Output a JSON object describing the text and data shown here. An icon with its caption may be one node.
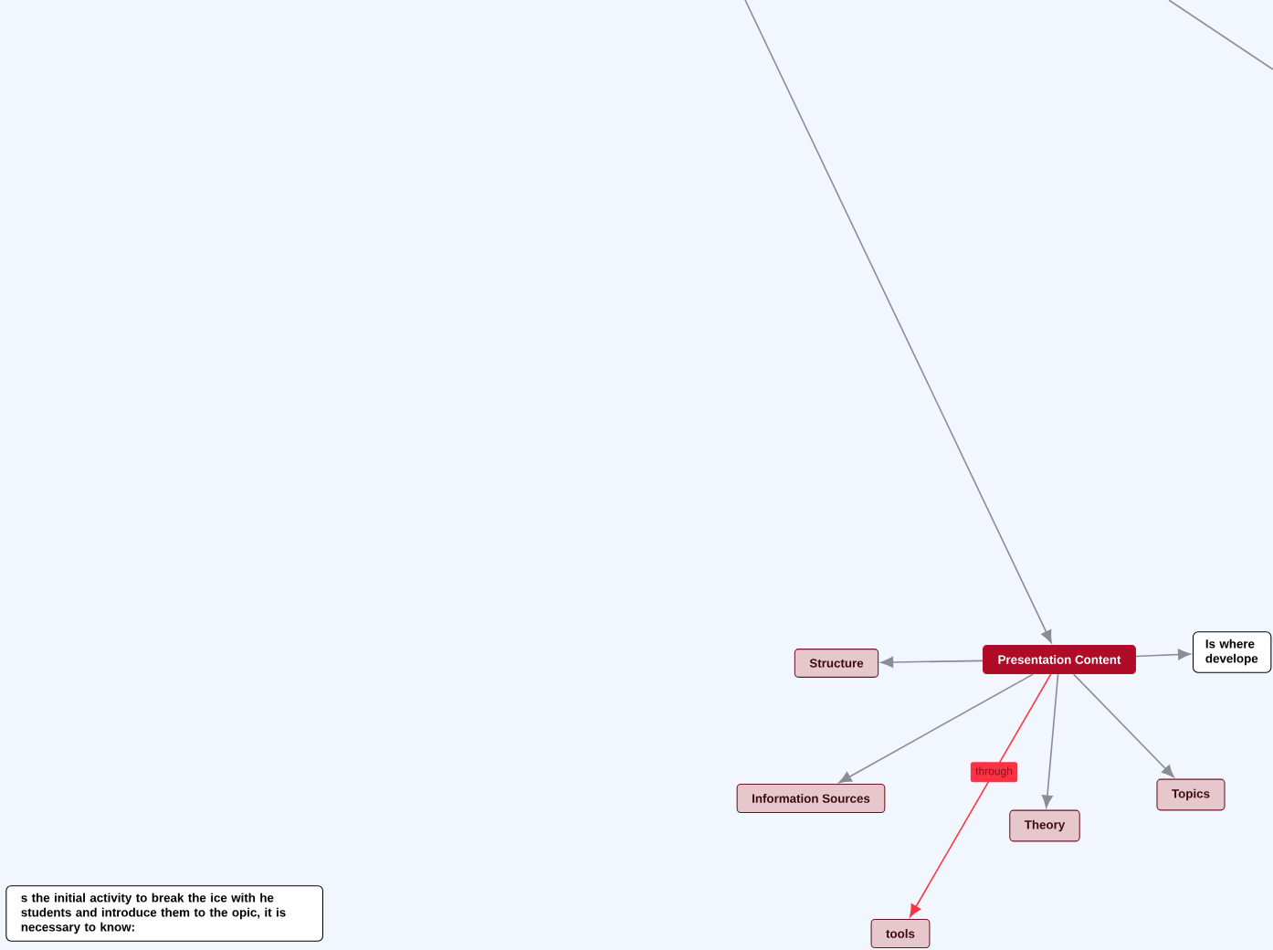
{
  "diagram": {
    "nodes": [
      {
        "text": [
          "Presentation Content"
        ]
      },
      {
        "text": [
          "Is where develope"
        ]
      },
      {
        "text": [
          "Structure"
        ]
      },
      {
        "text": [
          "Information Sources"
        ]
      },
      {
        "text": [
          "Theory"
        ]
      },
      {
        "text": [
          "Topics"
        ]
      },
      {
        "text": [
          "tools"
        ]
      },
      {
        "text": [
          "s the initial activity to break the ice with he students and introduce them to the opic, it is necessary to know:"
        ]
      }
    ],
    "edges": [
      {
        "from": null,
        "to": 0,
        "arrow": "to"
      },
      {
        "from": 0,
        "to": 1,
        "arrow": "to"
      },
      {
        "from": 0,
        "to": 2,
        "arrow": "to"
      },
      {
        "from": 0,
        "to": 3,
        "arrow": "to"
      },
      {
        "from": 0,
        "to": 4,
        "arrow": "to"
      },
      {
        "from": 0,
        "to": 5,
        "arrow": "to"
      },
      {
        "from": 0,
        "to": 6,
        "arrow": "to",
        "label": "through",
        "color": "#ff3344"
      }
    ]
  }
}
